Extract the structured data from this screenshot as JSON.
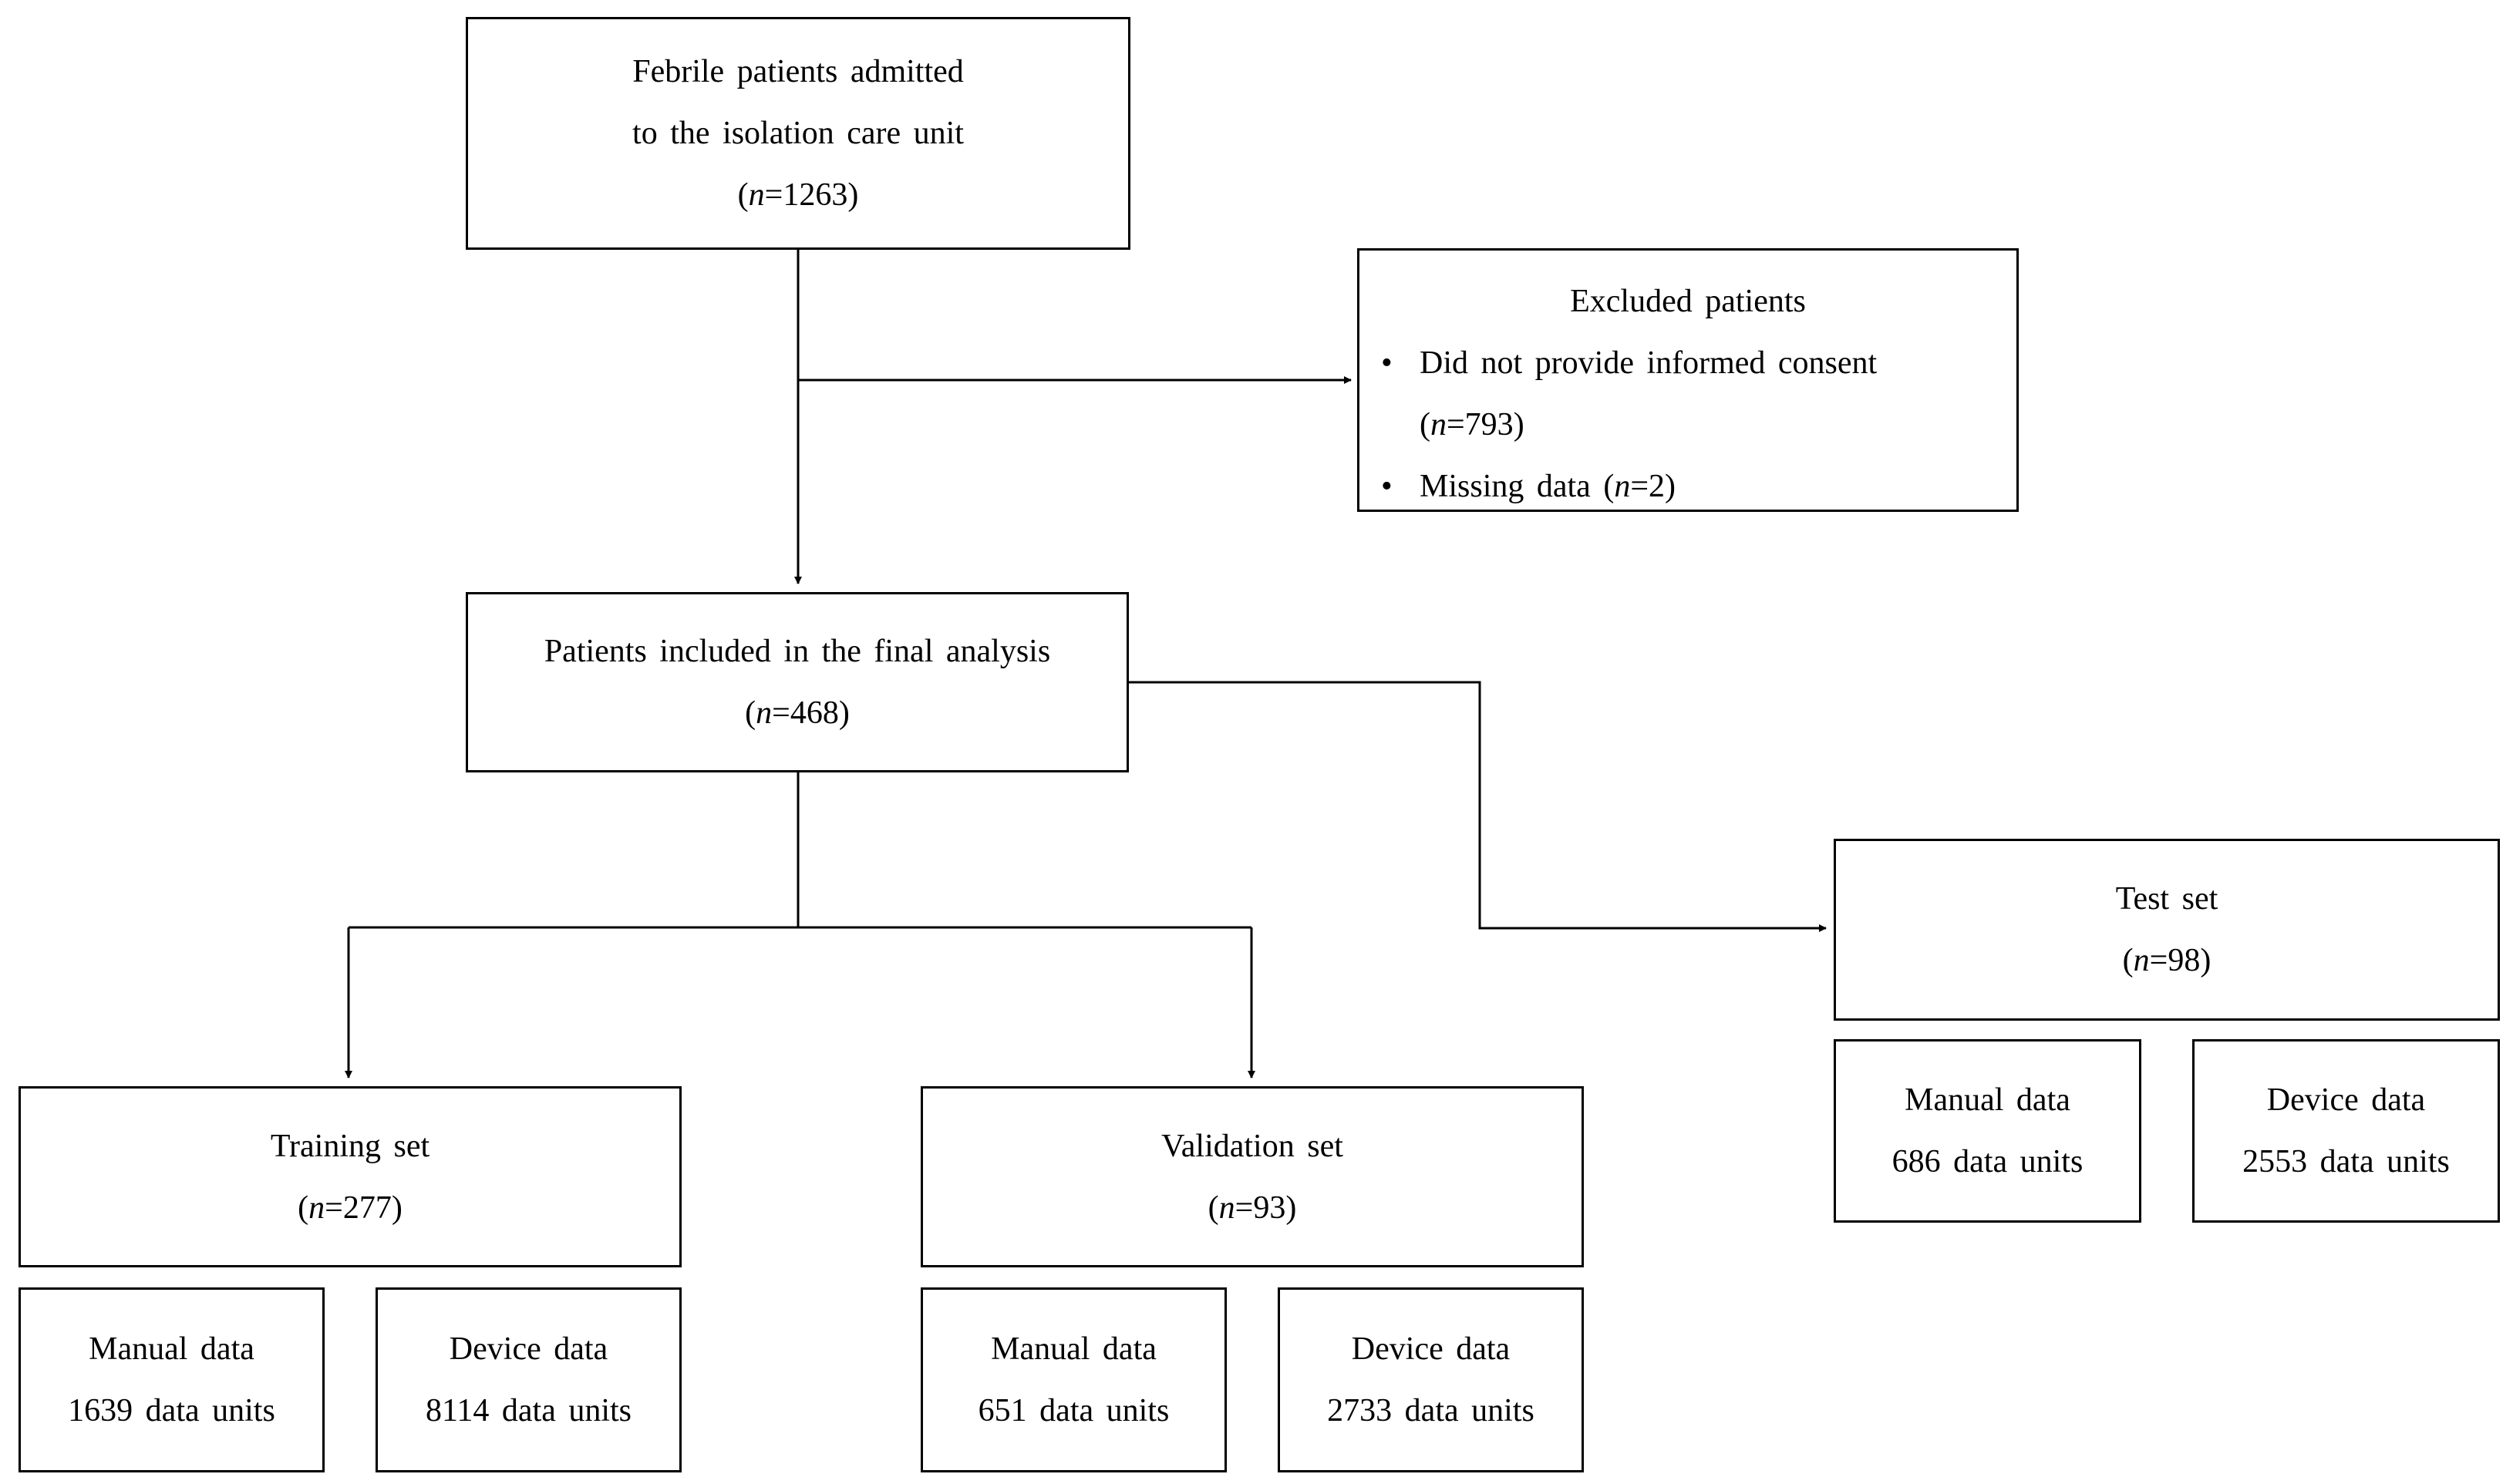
{
  "diagram": {
    "boxes": {
      "febrile": {
        "line1": "Febrile patients admitted",
        "line2": "to the isolation care unit",
        "n_label": "n",
        "n_value": "=1263"
      },
      "excluded": {
        "title": "Excluded patients",
        "bullet": "•",
        "item1_text": "Did not provide informed consent",
        "item1_n_label": "n",
        "item1_n_value": "=793",
        "item2_text": "Missing data (",
        "item2_n_label": "n",
        "item2_n_value": "=2)"
      },
      "included": {
        "line1": "Patients included in the final analysis",
        "n_label": "n",
        "n_value": "=468"
      },
      "training": {
        "title": "Training set",
        "n_label": "n",
        "n_value": "=277"
      },
      "training_manual": {
        "label": "Manual data",
        "units": "1639 data units"
      },
      "training_device": {
        "label": "Device data",
        "units": "8114 data units"
      },
      "validation": {
        "title": "Validation set",
        "n_label": "n",
        "n_value": "=93"
      },
      "validation_manual": {
        "label": "Manual data",
        "units": "651 data units"
      },
      "validation_device": {
        "label": "Device data",
        "units": "2733 data units"
      },
      "test": {
        "title": "Test set",
        "n_label": "n",
        "n_value": "=98"
      },
      "test_manual": {
        "label": "Manual data",
        "units": "686 data units"
      },
      "test_device": {
        "label": "Device data",
        "units": "2553 data units"
      }
    }
  }
}
